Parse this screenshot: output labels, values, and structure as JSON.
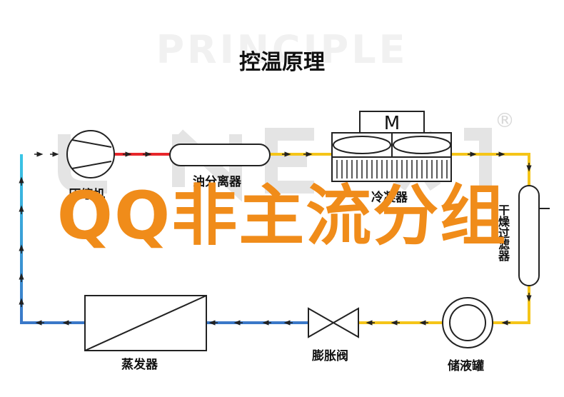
{
  "watermark": {
    "text": "PRINCIPLE",
    "reg_mark": "®"
  },
  "title": "控温原理",
  "overlay_text": "QQ非主流分组",
  "components": {
    "compressor": "压缩机",
    "oil_separator": "油分离器",
    "condenser": "冷凝器",
    "condenser_motor": "M",
    "dry_filter": "干燥过滤器",
    "receiver": "储液罐",
    "expansion_valve": "膨胀阀",
    "evaporator": "蒸发器"
  },
  "colors": {
    "hot_line": "#e8262b",
    "condense_line": "#f5c518",
    "cold_line": "#3a78c8",
    "suction_line": "#39c6e6",
    "overlay": "#f08c1a"
  }
}
